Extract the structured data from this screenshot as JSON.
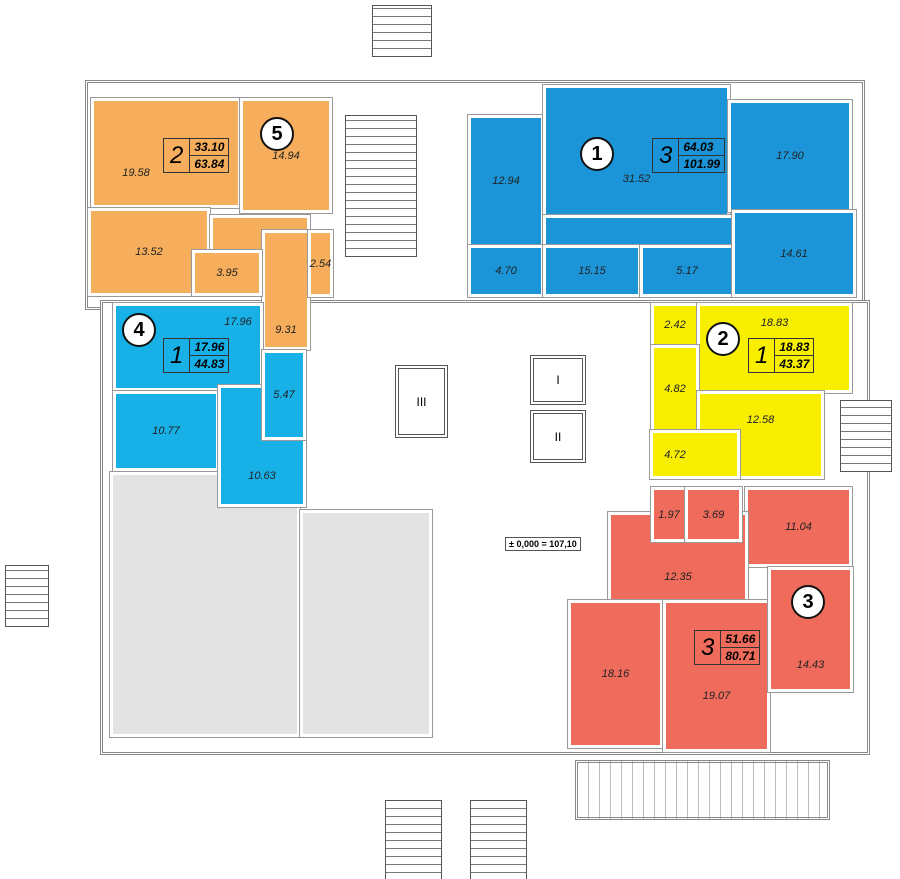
{
  "title": "Floor plan",
  "elevation_mark": "± 0,000 = 107,10",
  "colors": {
    "apt1": "#1b95d8",
    "apt2": "#f7ee00",
    "apt3": "#ef6c5c",
    "apt4": "#17b1e8",
    "apt5": "#f6ae5c",
    "commercial": "#e3e3e3"
  },
  "elevators": [
    "I",
    "II",
    "III"
  ],
  "apartments": [
    {
      "number": "1",
      "rooms": "3",
      "living_area": "64.03",
      "total_area": "101.99",
      "room_areas": [
        "12.94",
        "31.52",
        "17.90",
        "4.70",
        "15.15",
        "5.17",
        "14.61"
      ]
    },
    {
      "number": "2",
      "rooms": "1",
      "living_area": "18.83",
      "total_area": "43.37",
      "room_areas": [
        "2.42",
        "18.83",
        "4.82",
        "12.58",
        "4.72"
      ]
    },
    {
      "number": "3",
      "rooms": "3",
      "living_area": "51.66",
      "total_area": "80.71",
      "room_areas": [
        "1.97",
        "3.69",
        "11.04",
        "12.35",
        "18.16",
        "19.07",
        "14.43"
      ]
    },
    {
      "number": "4",
      "rooms": "1",
      "living_area": "17.96",
      "total_area": "44.83",
      "room_areas": [
        "17.96",
        "5.47",
        "10.77",
        "10.63"
      ]
    },
    {
      "number": "5",
      "rooms": "2",
      "living_area": "33.10",
      "total_area": "63.84",
      "room_areas": [
        "19.58",
        "14.94",
        "13.52",
        "3.95",
        "2.54",
        "9.31"
      ]
    }
  ]
}
